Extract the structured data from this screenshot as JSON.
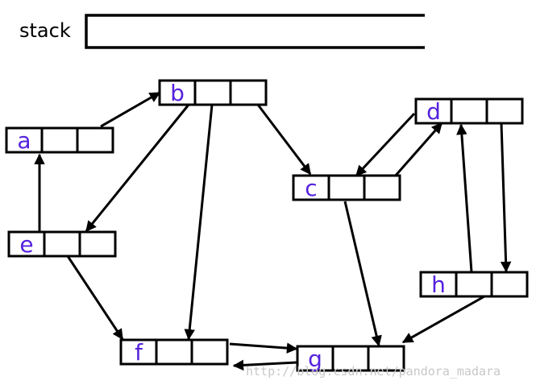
{
  "stack": {
    "label": "stack"
  },
  "nodes": [
    {
      "id": "a",
      "label": "a"
    },
    {
      "id": "b",
      "label": "b"
    },
    {
      "id": "c",
      "label": "c"
    },
    {
      "id": "d",
      "label": "d"
    },
    {
      "id": "e",
      "label": "e"
    },
    {
      "id": "f",
      "label": "f"
    },
    {
      "id": "g",
      "label": "g"
    },
    {
      "id": "h",
      "label": "h"
    }
  ],
  "edges": [
    {
      "from": "a",
      "to": "b"
    },
    {
      "from": "e",
      "to": "a"
    },
    {
      "from": "b",
      "to": "e"
    },
    {
      "from": "b",
      "to": "f"
    },
    {
      "from": "b",
      "to": "c"
    },
    {
      "from": "c",
      "to": "d"
    },
    {
      "from": "d",
      "to": "c"
    },
    {
      "from": "c",
      "to": "g"
    },
    {
      "from": "e",
      "to": "f"
    },
    {
      "from": "f",
      "to": "g"
    },
    {
      "from": "g",
      "to": "f"
    },
    {
      "from": "h",
      "to": "d"
    },
    {
      "from": "d",
      "to": "h"
    },
    {
      "from": "h",
      "to": "g"
    }
  ],
  "watermark": "http://blog.csdn.net/pandora_madara",
  "colors": {
    "node_label": "#5522dd",
    "line": "#000000",
    "watermark": "#c8c8c8"
  }
}
